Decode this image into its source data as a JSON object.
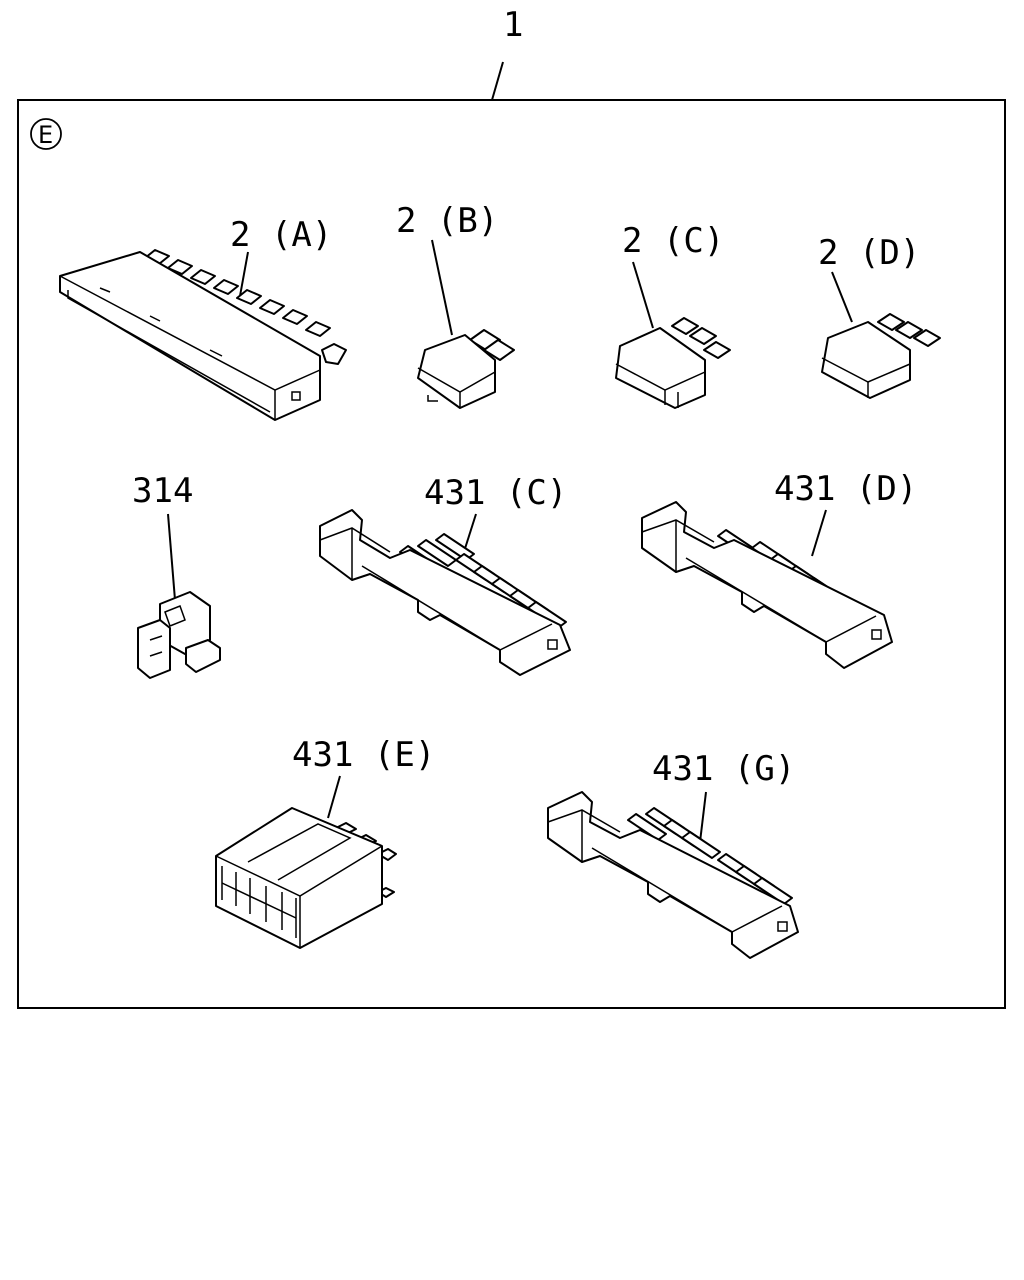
{
  "assembly": {
    "number": "1",
    "view_letter": "E"
  },
  "parts": [
    {
      "id": "2a",
      "label": "2 (A)"
    },
    {
      "id": "2b",
      "label": "2 (B)"
    },
    {
      "id": "2c",
      "label": "2 (C)"
    },
    {
      "id": "2d",
      "label": "2 (D)"
    },
    {
      "id": "314",
      "label": "314"
    },
    {
      "id": "431c",
      "label": "431 (C)"
    },
    {
      "id": "431d",
      "label": "431 (D)"
    },
    {
      "id": "431e",
      "label": "431 (E)"
    },
    {
      "id": "431g",
      "label": "431 (G)"
    }
  ]
}
